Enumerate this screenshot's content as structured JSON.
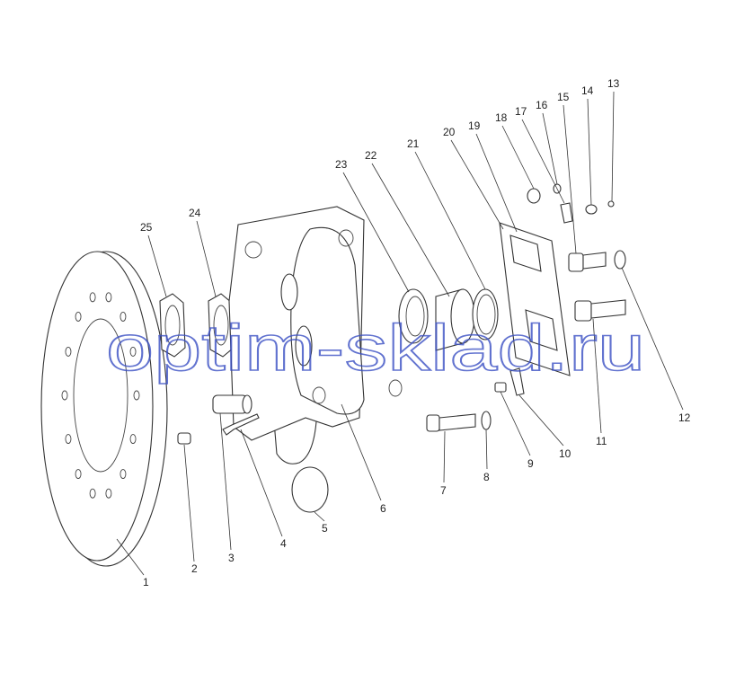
{
  "diagram": {
    "watermark": "optim-sklad.ru",
    "watermark_color": "#3a4fc4",
    "callouts": [
      "1",
      "2",
      "3",
      "4",
      "5",
      "6",
      "7",
      "8",
      "9",
      "10",
      "11",
      "12",
      "13",
      "14",
      "15",
      "16",
      "17",
      "18",
      "19",
      "20",
      "21",
      "22",
      "23",
      "24",
      "25"
    ]
  }
}
